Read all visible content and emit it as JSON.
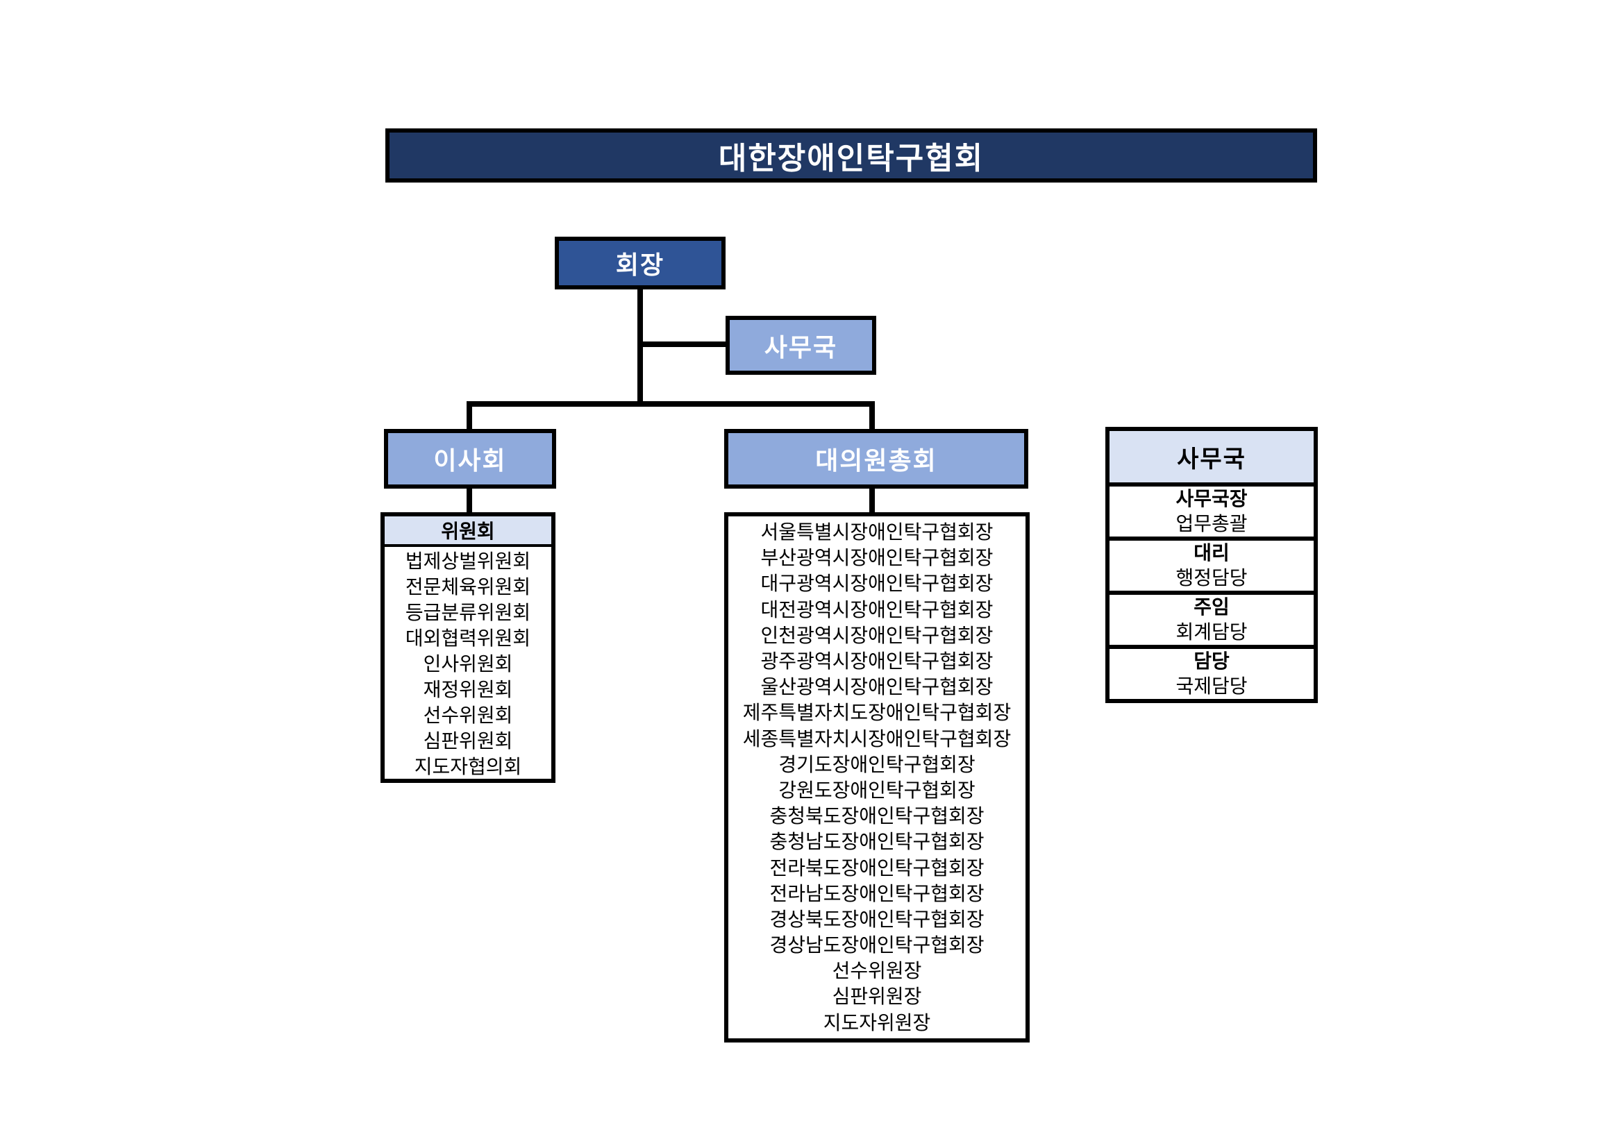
{
  "org": {
    "title": "대한장애인탁구협회",
    "chairman_label": "회장",
    "secretariat_label": "사무국",
    "board_label": "이사회",
    "assembly_label": "대의원총회",
    "committee": {
      "header": "위원회",
      "items": [
        "법제상벌위원회",
        "전문체육위원회",
        "등급분류위원회",
        "대외협력위원회",
        "인사위원회",
        "재정위원회",
        "선수위원회",
        "심판위원회",
        "지도자협의회"
      ]
    },
    "assembly_members": [
      "서울특별시장애인탁구협회장",
      "부산광역시장애인탁구협회장",
      "대구광역시장애인탁구협회장",
      "대전광역시장애인탁구협회장",
      "인천광역시장애인탁구협회장",
      "광주광역시장애인탁구협회장",
      "울산광역시장애인탁구협회장",
      "제주특별자치도장애인탁구협회장",
      "세종특별자치시장애인탁구협회장",
      "경기도장애인탁구협회장",
      "강원도장애인탁구협회장",
      "충청북도장애인탁구협회장",
      "충청남도장애인탁구협회장",
      "전라북도장애인탁구협회장",
      "전라남도장애인탁구협회장",
      "경상북도장애인탁구협회장",
      "경상남도장애인탁구협회장",
      "선수위원장",
      "심판위원장",
      "지도자위원장"
    ],
    "secretariat_detail": {
      "header": "사무국",
      "rows": [
        {
          "title": "사무국장",
          "duty": "업무총괄"
        },
        {
          "title": "대리",
          "duty": "행정담당"
        },
        {
          "title": "주임",
          "duty": "회계담당"
        },
        {
          "title": "담당",
          "duty": "국제담당"
        }
      ]
    },
    "colors": {
      "banner_navy": "#203864",
      "chairman_blue": "#2F5496",
      "node_light_blue": "#8FAADC",
      "header_pale_blue": "#D9E2F3",
      "line_black": "#000000"
    }
  }
}
